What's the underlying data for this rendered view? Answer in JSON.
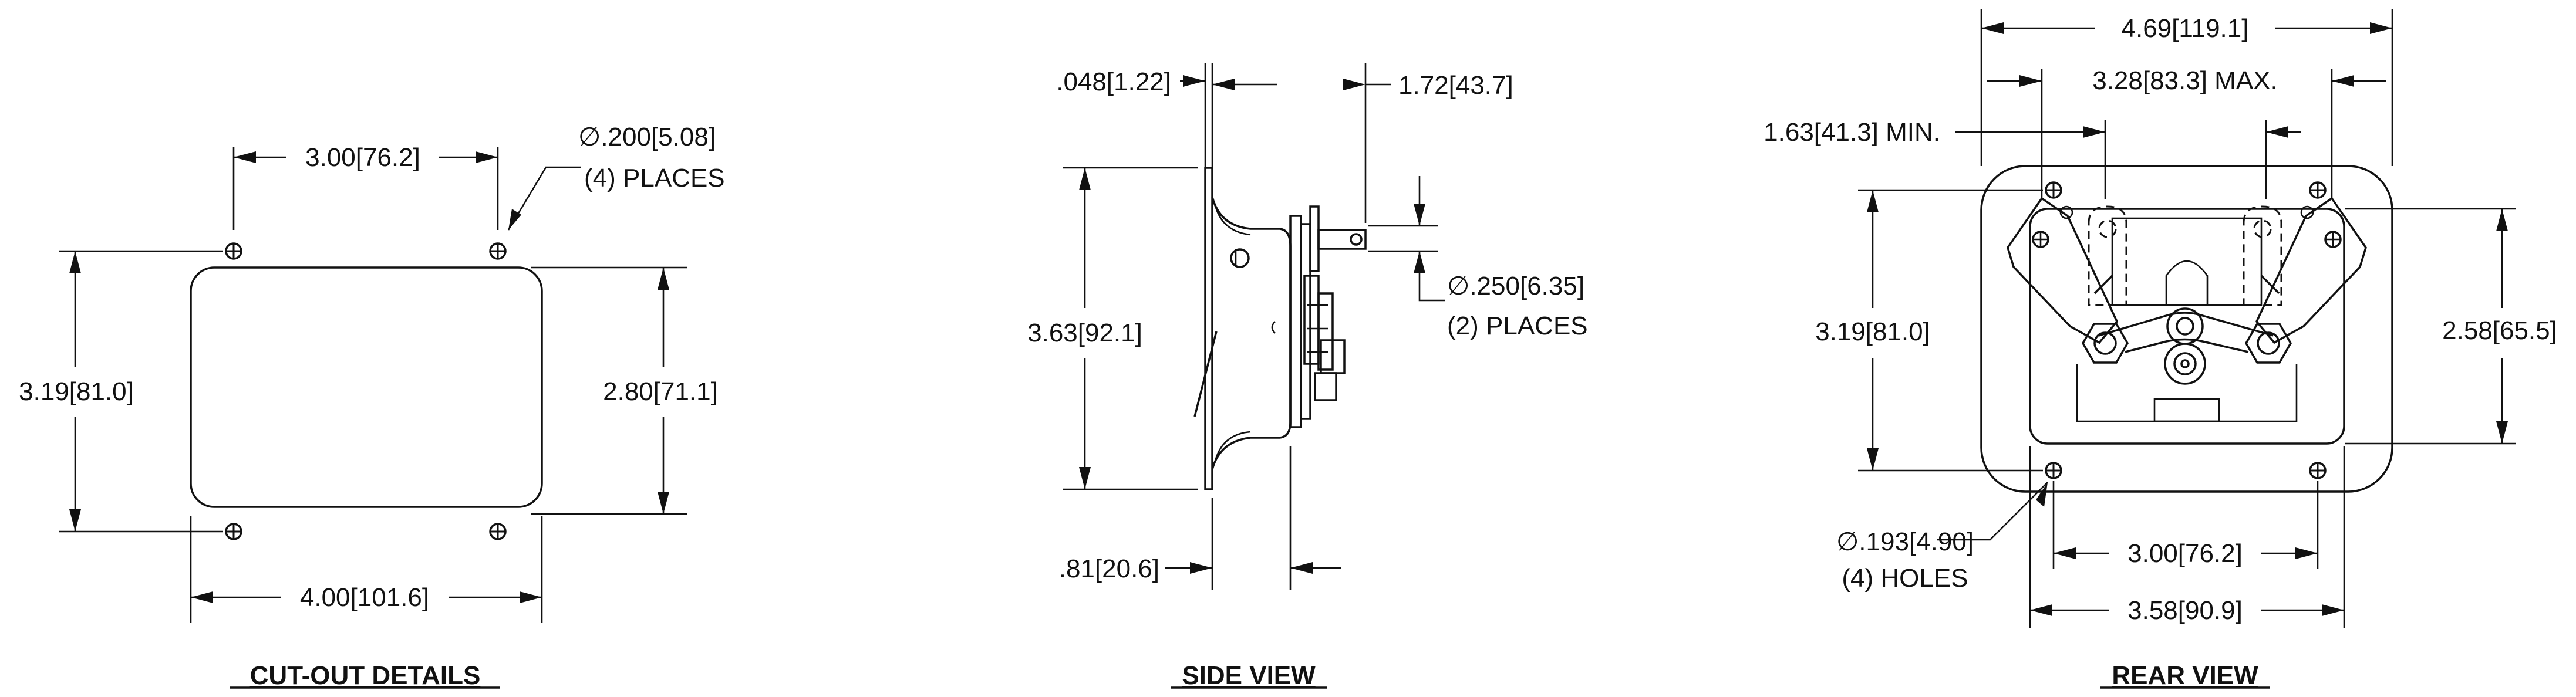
{
  "cutout": {
    "title": "CUT-OUT DETAILS",
    "hole_spacing": "3.00[76.2]",
    "hole_dia": "∅.200[5.08]",
    "hole_count": "(4) PLACES",
    "height_outer": "3.19[81.0]",
    "height_inner": "2.80[71.1]",
    "width": "4.00[101.6]"
  },
  "side": {
    "title": "SIDE VIEW",
    "thickness": ".048[1.22]",
    "depth": "1.72[43.7]",
    "height": "3.63[92.1]",
    "pin_dia": "∅.250[6.35]",
    "pin_count": "(2) PLACES",
    "flange": ".81[20.6]"
  },
  "rear": {
    "title": "REAR VIEW",
    "overall_width": "4.69[119.1]",
    "max_width": "3.28[83.3] MAX.",
    "min_width": "1.63[41.3] MIN.",
    "height_left": "3.19[81.0]",
    "height_right": "2.58[65.5]",
    "hole_dia": "∅.193[4.90]",
    "hole_count": "(4) HOLES",
    "hole_spacing": "3.00[76.2]",
    "inner_width": "3.58[90.9]"
  }
}
